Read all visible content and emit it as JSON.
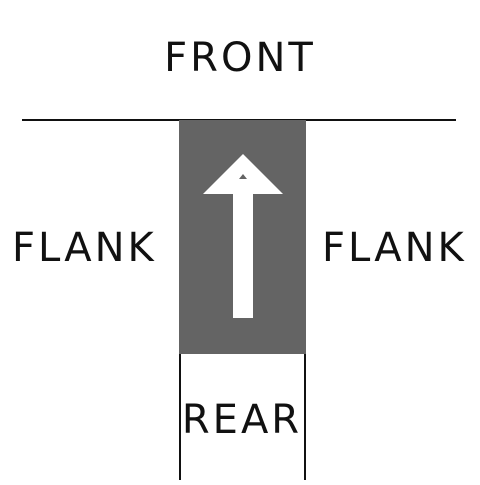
{
  "labels": {
    "front": "FRONT",
    "flank_left": "FLANK",
    "flank_right": "FLANK",
    "rear": "REAR"
  },
  "colors": {
    "unit_fill": "#646464",
    "arrow": "#ffffff",
    "lines": "#111111",
    "text": "#111111"
  },
  "arrow": {
    "direction": "up",
    "icon": "up-arrow-icon"
  }
}
